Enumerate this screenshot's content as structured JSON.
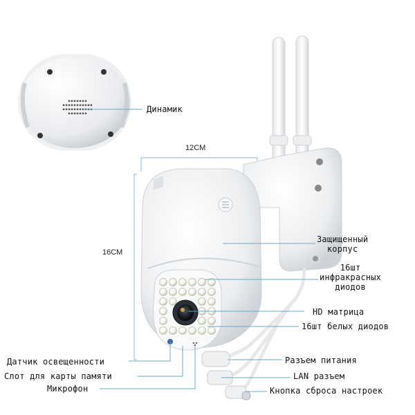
{
  "labels": {
    "speaker": "Динамик",
    "width": "12CM",
    "height": "16CM",
    "housing": "Защищенный\nкорпус",
    "ir_leds": "16шт\nинфракрасных\nдиодов",
    "hd_matrix": "HD матрица",
    "white_leds": "16шт белых диодов",
    "light_sensor": "Датчик освещенности",
    "sd_slot": "Слот для карты памяти",
    "microphone": "Микрофон",
    "power_connector": "Разъем питания",
    "lan_connector": "LAN разъем",
    "reset_button": "Кнопка сброса настроек"
  },
  "colors": {
    "leader": "#6aa9c9",
    "camera_body": "#f3f4f6",
    "dimension_line": "#8fb7cc"
  }
}
